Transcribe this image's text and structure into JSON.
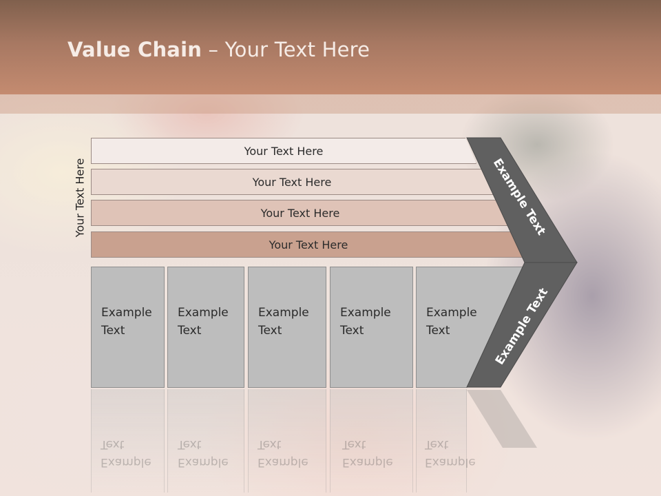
{
  "title": {
    "bold": "Value Chain",
    "rest": " – Your Text Here"
  },
  "side_label": "Your Text Here",
  "bars": [
    {
      "label": "Your Text Here",
      "color": "#f3ebe8"
    },
    {
      "label": "Your Text Here",
      "color": "#ead9d1"
    },
    {
      "label": "Your Text Here",
      "color": "#dfc3b7"
    },
    {
      "label": "Your Text Here",
      "color": "#c9a18f"
    }
  ],
  "boxes": [
    {
      "line1": "Example",
      "line2": "Text"
    },
    {
      "line1": "Example",
      "line2": "Text"
    },
    {
      "line1": "Example",
      "line2": "Text"
    },
    {
      "line1": "Example",
      "line2": "Text"
    },
    {
      "line1": "Example",
      "line2": "Text"
    }
  ],
  "chevron_top_label": "Example Text",
  "chevron_bottom_label": "Example Text",
  "colors": {
    "header": "#a77862",
    "chevron": "#5f5f5f",
    "box": "#bdbdbd"
  }
}
